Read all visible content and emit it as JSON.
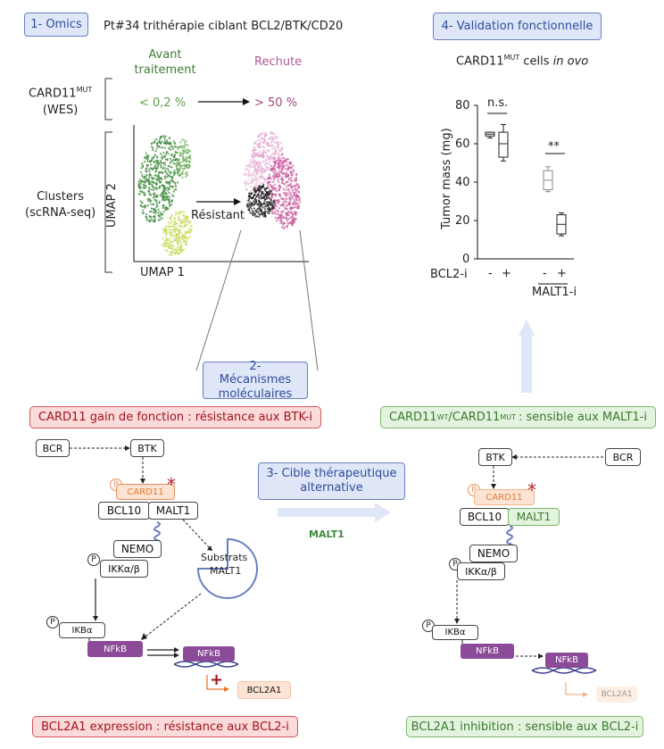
{
  "omics": {
    "section_label": "1- Omics",
    "patient_title": "Pt#34 trithérapie ciblant BCL2/BTK/CD20",
    "col_before": "Avant traitement",
    "col_relapse": "Rechute",
    "row_card11": "CARD11",
    "row_card11_sup": "MUT",
    "row_card11_method": "(WES)",
    "pct_before": "< 0,2 %",
    "pct_relapse": "> 50 %",
    "row_clusters": "Clusters",
    "row_clusters_method": "(scRNA-seq)",
    "umap_y": "UMAP 2",
    "umap_x": "UMAP 1",
    "resistant_label": "Résistant",
    "colors": {
      "before_green": "#3e8a3a",
      "relapse_pink": "#c9589c",
      "yellow_green": "#c9d85a",
      "resistant_black": "#222222"
    }
  },
  "validation": {
    "section_label": "4- Validation fonctionnelle",
    "subtitle_prefix": "CARD11",
    "subtitle_sup": "MUT",
    "subtitle_cells": "cells",
    "subtitle_italic": "in ovo",
    "ylabel": "Tumor mass (mg)",
    "yticks": [
      "80",
      "60",
      "40",
      "20",
      "0"
    ],
    "sig_left": "n.s.",
    "sig_right": "**",
    "bcl2i_label": "BCL2-i",
    "bcl2i_signs": [
      "-",
      "+",
      "-",
      "+"
    ],
    "malt1_label": "MALT1-i"
  },
  "chart_data": {
    "type": "box",
    "ylabel": "Tumor mass (mg)",
    "ylim": [
      0,
      80
    ],
    "yticks": [
      0,
      20,
      40,
      60,
      80
    ],
    "groups": [
      {
        "bcl2i": "-",
        "malt1i": "none",
        "min": 63,
        "q1": 64,
        "median": 65,
        "q3": 66,
        "max": 66
      },
      {
        "bcl2i": "+",
        "malt1i": "none",
        "min": 51,
        "q1": 53,
        "median": 60,
        "q3": 66,
        "max": 70
      },
      {
        "bcl2i": "-",
        "malt1i": "MALT1-i",
        "min": 35,
        "q1": 36,
        "median": 41,
        "q3": 46,
        "max": 48
      },
      {
        "bcl2i": "+",
        "malt1i": "MALT1-i",
        "min": 12,
        "q1": 13,
        "median": 18,
        "q3": 23,
        "max": 24
      }
    ],
    "significance": [
      "n.s.",
      "**"
    ]
  },
  "mechanisms": {
    "section_label": "2- Mécanismes moléculaires",
    "left_banner": "CARD11 gain de fonction : résistance aux BTK-i",
    "right_banner_a": "CARD11",
    "right_banner_sup1": "WT",
    "right_banner_b": "/CARD11",
    "right_banner_sup2": "MUT",
    "right_banner_c": ": sensible aux MALT1-i",
    "left_bottom_banner": "BCL2A1 expression : résistance aux BCL2-i",
    "right_bottom_banner": "BCL2A1 inhibition : sensible aux BCL2-i"
  },
  "alt_target": {
    "section_label": "3- Cible thérapeutique alternative",
    "arrow_label": "MALT1"
  },
  "pathway": {
    "bcr": "BCR",
    "btk": "BTK",
    "card11": "CARD11",
    "bcl10": "BCL10",
    "malt1": "MALT1",
    "nemo": "NEMO",
    "ikk": "IKKα/β",
    "ikb": "IKBα",
    "nfkb": "NFkB",
    "bcl2a1": "BCL2A1",
    "p": "P",
    "substrats_1": "Substrats",
    "substrats_2": "MALT1",
    "plus": "+",
    "star": "*"
  }
}
